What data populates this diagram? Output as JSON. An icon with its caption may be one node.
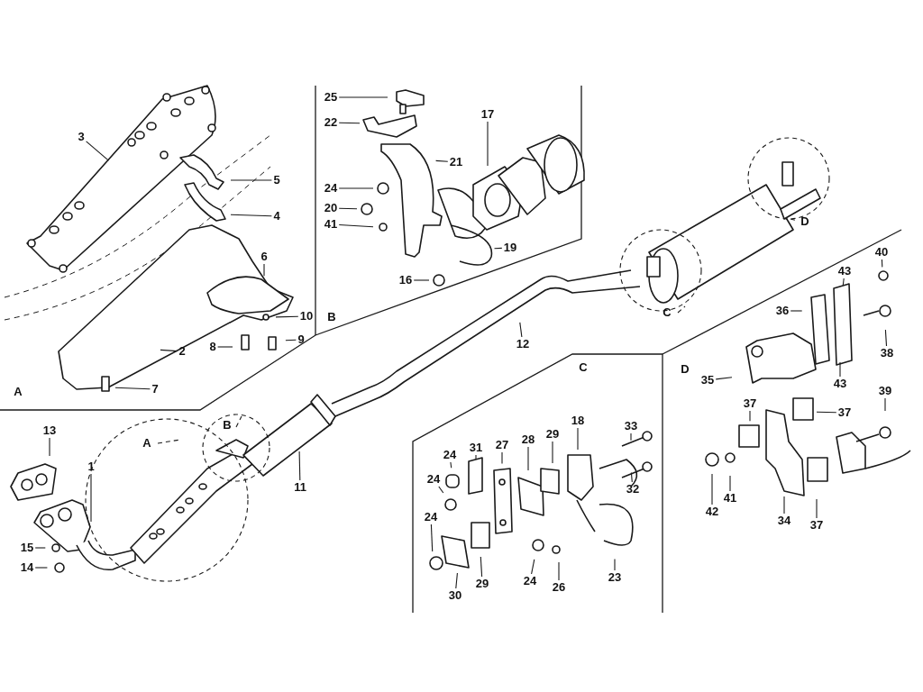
{
  "diagram": {
    "nodes": [
      {
        "text": [
          "3"
        ]
      },
      {
        "text": [
          "5"
        ]
      },
      {
        "text": [
          "4"
        ]
      },
      {
        "text": [
          "6"
        ]
      },
      {
        "text": [
          "10"
        ]
      },
      {
        "text": [
          "9"
        ]
      },
      {
        "text": [
          "8"
        ]
      },
      {
        "text": [
          "2"
        ]
      },
      {
        "text": [
          "7"
        ]
      },
      {
        "text": [
          "25"
        ]
      },
      {
        "text": [
          "22"
        ]
      },
      {
        "text": [
          "17"
        ]
      },
      {
        "text": [
          "21"
        ]
      },
      {
        "text": [
          "24"
        ]
      },
      {
        "text": [
          "20"
        ]
      },
      {
        "text": [
          "41"
        ]
      },
      {
        "text": [
          "19"
        ]
      },
      {
        "text": [
          "16"
        ]
      },
      {
        "text": [
          "13"
        ]
      },
      {
        "text": [
          "1"
        ]
      },
      {
        "text": [
          "15"
        ]
      },
      {
        "text": [
          "14"
        ]
      },
      {
        "text": [
          "11"
        ]
      },
      {
        "text": [
          "12"
        ]
      },
      {
        "text": [
          "33"
        ]
      },
      {
        "text": [
          "18"
        ]
      },
      {
        "text": [
          "29"
        ]
      },
      {
        "text": [
          "28"
        ]
      },
      {
        "text": [
          "27"
        ]
      },
      {
        "text": [
          "31"
        ]
      },
      {
        "text": [
          "24"
        ]
      },
      {
        "text": [
          "24"
        ]
      },
      {
        "text": [
          "32"
        ]
      },
      {
        "text": [
          "24"
        ]
      },
      {
        "text": [
          "23"
        ]
      },
      {
        "text": [
          "26"
        ]
      },
      {
        "text": [
          "24"
        ]
      },
      {
        "text": [
          "29"
        ]
      },
      {
        "text": [
          "30"
        ]
      },
      {
        "text": [
          "40"
        ]
      },
      {
        "text": [
          "43"
        ]
      },
      {
        "text": [
          "36"
        ]
      },
      {
        "text": [
          "38"
        ]
      },
      {
        "text": [
          "35"
        ]
      },
      {
        "text": [
          "43"
        ]
      },
      {
        "text": [
          "39"
        ]
      },
      {
        "text": [
          "37"
        ]
      },
      {
        "text": [
          "37"
        ]
      },
      {
        "text": [
          "42"
        ]
      },
      {
        "text": [
          "41"
        ]
      },
      {
        "text": [
          "34"
        ]
      },
      {
        "text": [
          "37"
        ]
      }
    ],
    "edges": [
      {
        "from": 0,
        "to": null,
        "arrow": "none"
      },
      {
        "from": 1,
        "to": null,
        "arrow": "none"
      },
      {
        "from": 2,
        "to": null,
        "arrow": "none"
      },
      {
        "from": 3,
        "to": null,
        "arrow": "none"
      },
      {
        "from": 4,
        "to": null,
        "arrow": "none"
      },
      {
        "from": 5,
        "to": null,
        "arrow": "none"
      },
      {
        "from": 6,
        "to": null,
        "arrow": "none"
      },
      {
        "from": 7,
        "to": null,
        "arrow": "none"
      },
      {
        "from": 8,
        "to": null,
        "arrow": "none"
      },
      {
        "from": 9,
        "to": null,
        "arrow": "none"
      },
      {
        "from": 10,
        "to": null,
        "arrow": "none"
      },
      {
        "from": 11,
        "to": null,
        "arrow": "none"
      },
      {
        "from": 12,
        "to": null,
        "arrow": "none"
      },
      {
        "from": 13,
        "to": null,
        "arrow": "none"
      },
      {
        "from": 14,
        "to": null,
        "arrow": "none"
      },
      {
        "from": 15,
        "to": null,
        "arrow": "none"
      },
      {
        "from": 16,
        "to": null,
        "arrow": "none"
      },
      {
        "from": 17,
        "to": null,
        "arrow": "none"
      },
      {
        "from": 18,
        "to": null,
        "arrow": "none"
      },
      {
        "from": 19,
        "to": null,
        "arrow": "none"
      },
      {
        "from": 20,
        "to": null,
        "arrow": "none"
      },
      {
        "from": 21,
        "to": null,
        "arrow": "none"
      },
      {
        "from": 22,
        "to": null,
        "arrow": "none"
      },
      {
        "from": 23,
        "to": null,
        "arrow": "none"
      },
      {
        "from": 24,
        "to": null,
        "arrow": "none"
      },
      {
        "from": 25,
        "to": null,
        "arrow": "none"
      },
      {
        "from": 26,
        "to": null,
        "arrow": "none"
      },
      {
        "from": 27,
        "to": null,
        "arrow": "none"
      },
      {
        "from": 28,
        "to": null,
        "arrow": "none"
      },
      {
        "from": 29,
        "to": null,
        "arrow": "none"
      },
      {
        "from": 30,
        "to": null,
        "arrow": "none"
      },
      {
        "from": 31,
        "to": null,
        "arrow": "none"
      },
      {
        "from": 32,
        "to": null,
        "arrow": "none"
      },
      {
        "from": 33,
        "to": null,
        "arrow": "none"
      },
      {
        "from": 34,
        "to": null,
        "arrow": "none"
      },
      {
        "from": 35,
        "to": null,
        "arrow": "none"
      },
      {
        "from": 36,
        "to": null,
        "arrow": "none"
      },
      {
        "from": 37,
        "to": null,
        "arrow": "none"
      },
      {
        "from": 38,
        "to": null,
        "arrow": "none"
      },
      {
        "from": 39,
        "to": null,
        "arrow": "none"
      },
      {
        "from": 40,
        "to": null,
        "arrow": "none"
      },
      {
        "from": 41,
        "to": null,
        "arrow": "none"
      },
      {
        "from": 42,
        "to": null,
        "arrow": "none"
      },
      {
        "from": 43,
        "to": null,
        "arrow": "none"
      },
      {
        "from": 44,
        "to": null,
        "arrow": "none"
      },
      {
        "from": 45,
        "to": null,
        "arrow": "none"
      },
      {
        "from": 46,
        "to": null,
        "arrow": "none"
      },
      {
        "from": 47,
        "to": null,
        "arrow": "none"
      },
      {
        "from": 48,
        "to": null,
        "arrow": "none"
      },
      {
        "from": 49,
        "to": null,
        "arrow": "none"
      },
      {
        "from": 50,
        "to": null,
        "arrow": "none"
      },
      {
        "from": 51,
        "to": null,
        "arrow": "none"
      }
    ],
    "labels": [
      "D",
      "B",
      "C",
      "D",
      "A",
      "B",
      "A",
      "C"
    ]
  }
}
